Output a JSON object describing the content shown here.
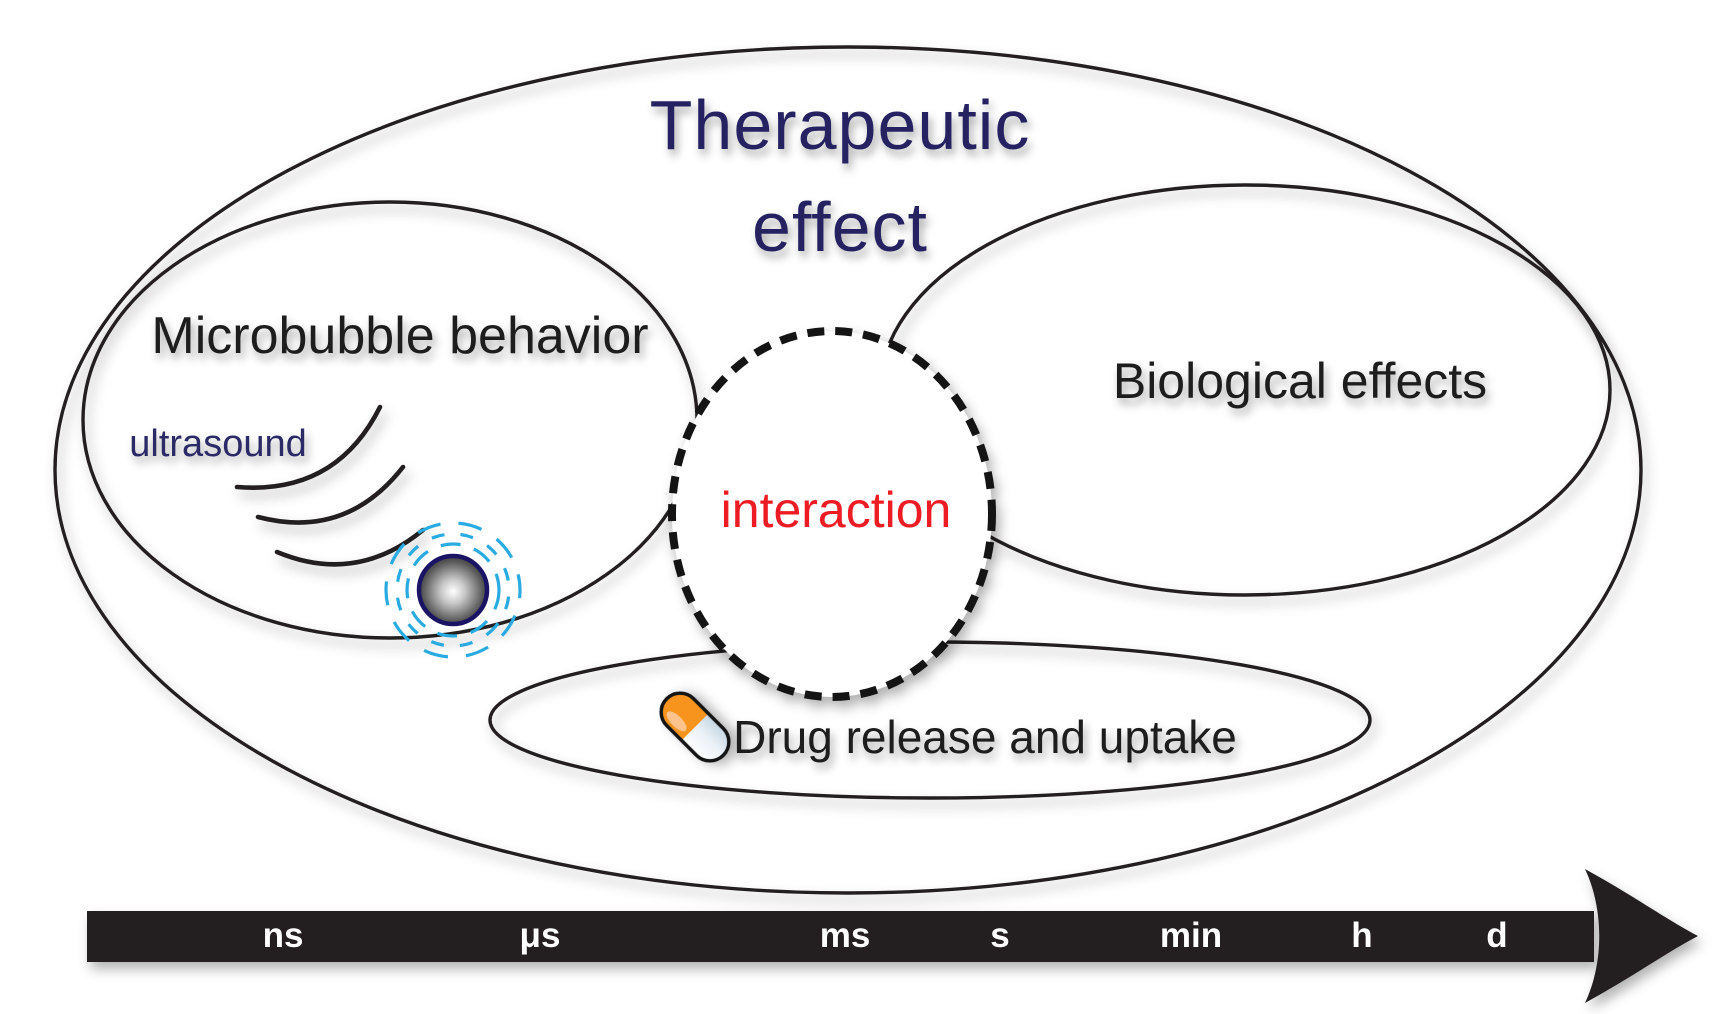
{
  "figure": {
    "title_line1": "Therapeutic",
    "title_line2": "effect",
    "microbubble_label": "Microbubble behavior",
    "ultrasound_label": "ultrasound",
    "biological_label": "Biological effects",
    "interaction_label": "interaction",
    "drug_label": "Drug release and uptake"
  },
  "timeline": {
    "labels": [
      "ns",
      "μs",
      "ms",
      "s",
      "min",
      "h",
      "d"
    ]
  },
  "colors": {
    "title_navy": "#262262",
    "ultrasound_navy": "#2B2A66",
    "interaction_red": "#ED1C24",
    "outline_ink": "#231F20",
    "wave_cyan": "#29ABE2",
    "pill_orange": "#F7941D",
    "bubble_ring_navy": "#1B1464",
    "timeline_black": "#231F20"
  },
  "icons": {
    "ultrasound_waves": "sound-wave-arcs",
    "microbubble": "gray-sphere-with-dashed-cyan-rings",
    "pill": "orange-white-capsule",
    "timeline_arrow": "black-right-arrow"
  }
}
